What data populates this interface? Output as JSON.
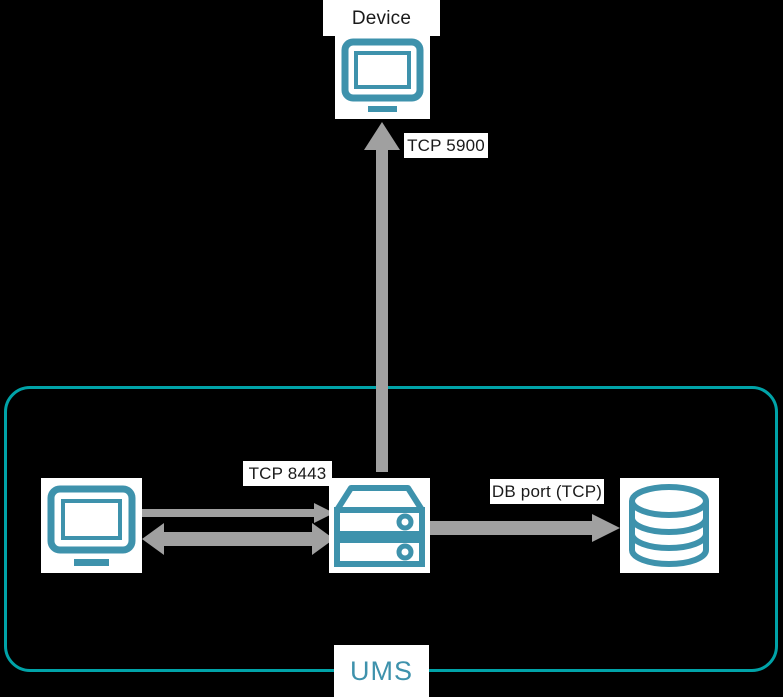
{
  "diagram": {
    "title_label": "Device",
    "boundary_label": "UMS",
    "colors": {
      "background": "#000000",
      "boundary": "#00A3A8",
      "icon_teal": "#3E92AC",
      "connector_gray": "#A0A0A0",
      "chip_background": "#FFFFFF",
      "chip_text": "#1A1A1A"
    },
    "nodes": [
      {
        "id": "device",
        "label": "Device",
        "icon": "monitor-icon",
        "position": "top-center"
      },
      {
        "id": "client",
        "label": "",
        "icon": "monitor-icon",
        "position": "bottom-left"
      },
      {
        "id": "server",
        "label": "",
        "icon": "server-icon",
        "position": "bottom-center"
      },
      {
        "id": "database",
        "label": "",
        "icon": "database-icon",
        "position": "bottom-right"
      }
    ],
    "connections": [
      {
        "id": "device-link",
        "label": "TCP 5900",
        "from": "server",
        "to": "device",
        "direction": "up"
      },
      {
        "id": "client-link",
        "label": "TCP 8443",
        "from": "client",
        "to": "server",
        "direction": "bidirectional"
      },
      {
        "id": "database-link",
        "label": "DB port (TCP)",
        "from": "server",
        "to": "database",
        "direction": "right"
      }
    ]
  }
}
